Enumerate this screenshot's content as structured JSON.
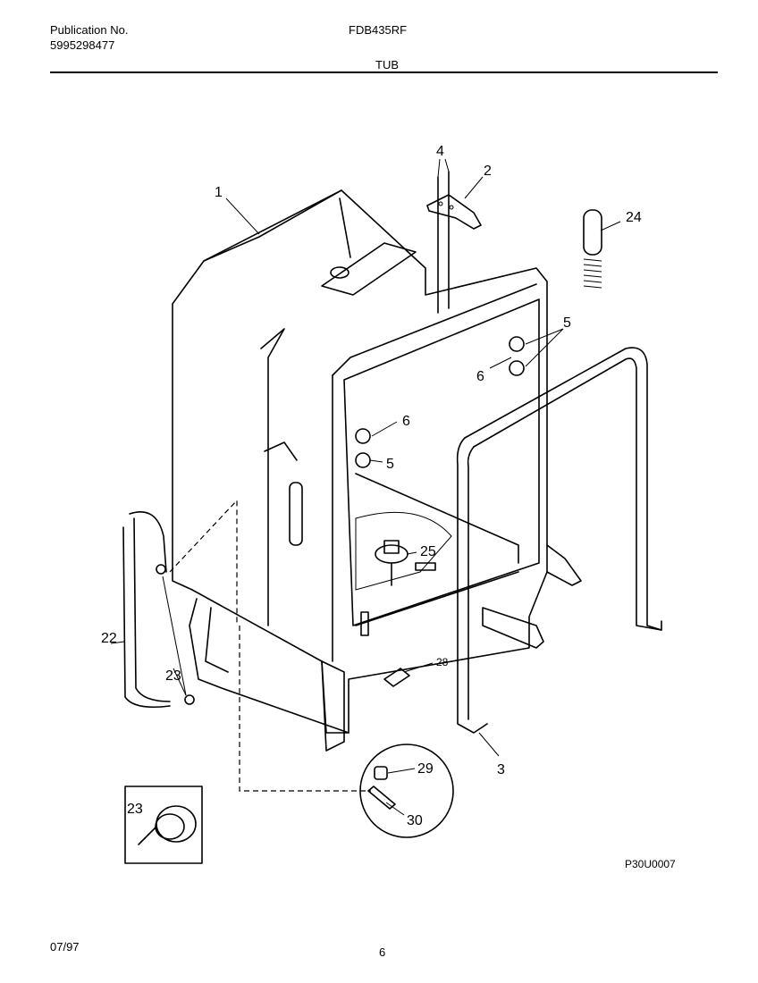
{
  "header": {
    "publication_label": "Publication No.",
    "publication_number": "5995298477",
    "model": "FDB435RF",
    "section_title": "TUB"
  },
  "callouts": {
    "c1": "1",
    "c2": "2",
    "c3": "3",
    "c4": "4",
    "c5a": "5",
    "c5b": "5",
    "c6a": "6",
    "c6b": "6",
    "c22": "22",
    "c23a": "23",
    "c23b": "23",
    "c24": "24",
    "c25": "25",
    "c28": "28",
    "c29": "29",
    "c30": "30"
  },
  "drawing_code": "P30U0007",
  "footer": {
    "date": "07/97",
    "page": "6"
  }
}
